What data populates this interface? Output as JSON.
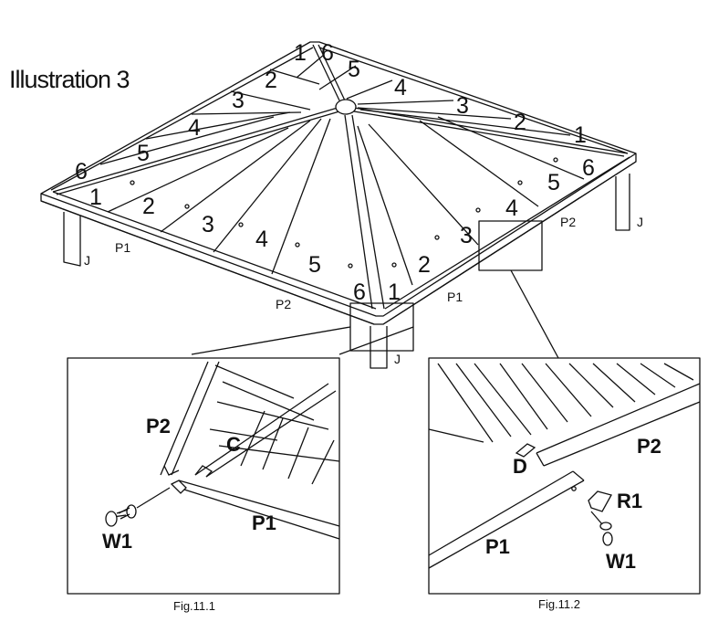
{
  "title": "Illustration 3",
  "figures": {
    "fig1_caption": "Fig.11.1",
    "fig2_caption": "Fig.11.2"
  },
  "roof": {
    "panel_numbers": {
      "back_left": [
        "1",
        "2",
        "3",
        "4",
        "5",
        "6"
      ],
      "back_right": [
        "6",
        "5",
        "4",
        "3",
        "2",
        "1"
      ],
      "front_left": [
        "1",
        "2",
        "3",
        "4",
        "5",
        "6"
      ],
      "front_right": [
        "1",
        "2",
        "3",
        "4",
        "6"
      ],
      "right_side": [
        "6",
        "5"
      ]
    },
    "part_labels": {
      "p1_left": "P1",
      "p2_front": "P2",
      "p1_right": "P1",
      "p2_right": "P2",
      "j_left": "J",
      "j_front": "J",
      "j_right": "J"
    }
  },
  "detail_left": {
    "p2": "P2",
    "c": "C",
    "w1": "W1",
    "p1": "P1"
  },
  "detail_right": {
    "d": "D",
    "p2": "P2",
    "r1": "R1",
    "p1": "P1",
    "w1": "W1"
  }
}
